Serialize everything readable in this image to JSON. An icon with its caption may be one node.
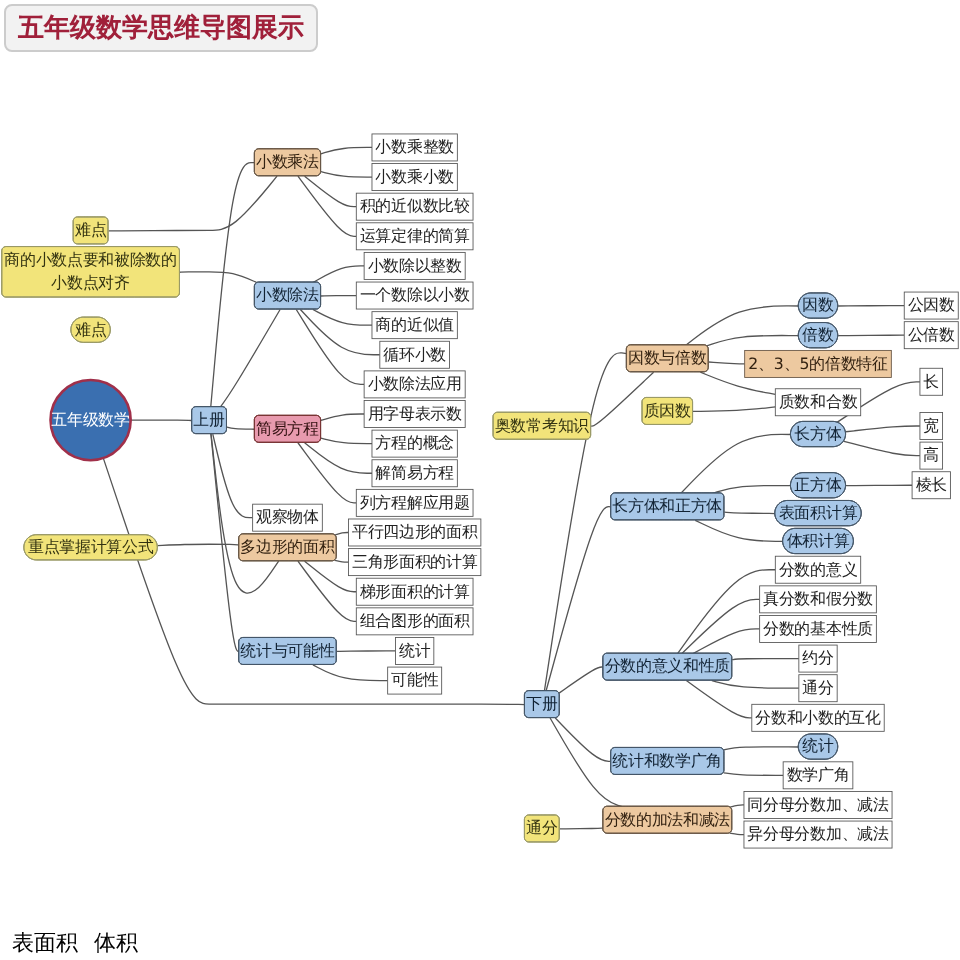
{
  "diagram": {
    "title": "五年级数学思维导图展示",
    "nodes": [
      {
        "text": [
          "五年级数学"
        ]
      },
      {
        "text": [
          "下册"
        ]
      },
      {
        "text": [
          "上册"
        ]
      },
      {
        "text": [
          "因数与倍数"
        ]
      },
      {
        "text": [
          "长方体和正方体"
        ]
      },
      {
        "text": [
          "分数的意义和性质"
        ]
      },
      {
        "text": [
          "统计和数学广角"
        ]
      },
      {
        "text": [
          "分数的加法和减法"
        ]
      },
      {
        "text": [
          "因数"
        ]
      },
      {
        "text": [
          "公因数"
        ]
      },
      {
        "text": [
          "倍数"
        ]
      },
      {
        "text": [
          "公倍数"
        ]
      },
      {
        "text": [
          "2、3、5的倍数特征"
        ]
      },
      {
        "text": [
          "质数和合数"
        ]
      },
      {
        "text": [
          "质因数"
        ]
      },
      {
        "text": [
          "奥数常考知识"
        ]
      },
      {
        "text": [
          "长方体"
        ]
      },
      {
        "text": [
          "长"
        ]
      },
      {
        "text": [
          "宽"
        ]
      },
      {
        "text": [
          "高"
        ]
      },
      {
        "text": [
          "正方体"
        ]
      },
      {
        "text": [
          "棱长"
        ]
      },
      {
        "text": [
          "表面积计算"
        ]
      },
      {
        "text": [
          "体积计算"
        ]
      },
      {
        "text": [
          "分数的意义"
        ]
      },
      {
        "text": [
          "真分数和假分数"
        ]
      },
      {
        "text": [
          "分数的基本性质"
        ]
      },
      {
        "text": [
          "约分"
        ]
      },
      {
        "text": [
          "通分"
        ]
      },
      {
        "text": [
          "分数和小数的互化"
        ]
      },
      {
        "text": [
          "统计"
        ]
      },
      {
        "text": [
          "数学广角"
        ]
      },
      {
        "text": [
          "同分母分数加、减法"
        ]
      },
      {
        "text": [
          "异分母分数加、减法"
        ]
      },
      {
        "text": [
          "通分"
        ]
      },
      {
        "text": [
          "小数乘法"
        ]
      },
      {
        "text": [
          "小数乘整数"
        ]
      },
      {
        "text": [
          "小数乘小数"
        ]
      },
      {
        "text": [
          "积的近似数比较"
        ]
      },
      {
        "text": [
          "运算定律的简算"
        ]
      },
      {
        "text": [
          "难点"
        ]
      },
      {
        "text": [
          "难点"
        ]
      },
      {
        "text": [
          "商的小数点要和被除数的小数点对齐"
        ]
      },
      {
        "text": [
          "小数除法"
        ]
      },
      {
        "text": [
          "小数除以整数"
        ]
      },
      {
        "text": [
          "一个数除以小数"
        ]
      },
      {
        "text": [
          "商的近似值"
        ]
      },
      {
        "text": [
          "循环小数"
        ]
      },
      {
        "text": [
          "小数除法应用"
        ]
      },
      {
        "text": [
          "简易方程"
        ]
      },
      {
        "text": [
          "用字母表示数"
        ]
      },
      {
        "text": [
          "方程的概念"
        ]
      },
      {
        "text": [
          "解简易方程"
        ]
      },
      {
        "text": [
          "列方程解应用题"
        ]
      },
      {
        "text": [
          "观察物体"
        ]
      },
      {
        "text": [
          "重点掌握计算公式"
        ]
      },
      {
        "text": [
          "多边形的面积"
        ]
      },
      {
        "text": [
          "平行四边形的面积"
        ]
      },
      {
        "text": [
          "三角形面积的计算"
        ]
      },
      {
        "text": [
          "梯形面积的计算"
        ]
      },
      {
        "text": [
          "组合图形的面积"
        ]
      },
      {
        "text": [
          "统计与可能性"
        ]
      },
      {
        "text": [
          "统计"
        ]
      },
      {
        "text": [
          "可能性"
        ]
      }
    ],
    "edges": [
      {
        "from": 0,
        "to": 1,
        "arrow": "none"
      },
      {
        "from": 0,
        "to": 2,
        "arrow": "none"
      },
      {
        "from": 1,
        "to": 3,
        "arrow": "none"
      },
      {
        "from": 1,
        "to": 4,
        "arrow": "none"
      },
      {
        "from": 1,
        "to": 5,
        "arrow": "none"
      },
      {
        "from": 1,
        "to": 6,
        "arrow": "none"
      },
      {
        "from": 1,
        "to": 7,
        "arrow": "none"
      },
      {
        "from": 3,
        "to": 8,
        "arrow": "none"
      },
      {
        "from": 8,
        "to": 9,
        "arrow": "none"
      },
      {
        "from": 3,
        "to": 10,
        "arrow": "none"
      },
      {
        "from": 10,
        "to": 11,
        "arrow": "none"
      },
      {
        "from": 3,
        "to": 12,
        "arrow": "none"
      },
      {
        "from": 3,
        "to": 13,
        "arrow": "none"
      },
      {
        "from": 14,
        "to": 13,
        "arrow": "none"
      },
      {
        "from": 15,
        "to": 3,
        "arrow": "none"
      },
      {
        "from": 4,
        "to": 16,
        "arrow": "none"
      },
      {
        "from": 16,
        "to": 17,
        "arrow": "none"
      },
      {
        "from": 16,
        "to": 18,
        "arrow": "none"
      },
      {
        "from": 16,
        "to": 19,
        "arrow": "none"
      },
      {
        "from": 4,
        "to": 20,
        "arrow": "none"
      },
      {
        "from": 20,
        "to": 21,
        "arrow": "none"
      },
      {
        "from": 4,
        "to": 22,
        "arrow": "none"
      },
      {
        "from": 4,
        "to": 23,
        "arrow": "none"
      },
      {
        "from": 5,
        "to": 24,
        "arrow": "none"
      },
      {
        "from": 5,
        "to": 25,
        "arrow": "none"
      },
      {
        "from": 5,
        "to": 26,
        "arrow": "none"
      },
      {
        "from": 5,
        "to": 27,
        "arrow": "none"
      },
      {
        "from": 5,
        "to": 28,
        "arrow": "none"
      },
      {
        "from": 5,
        "to": 29,
        "arrow": "none"
      },
      {
        "from": 6,
        "to": 30,
        "arrow": "none"
      },
      {
        "from": 6,
        "to": 31,
        "arrow": "none"
      },
      {
        "from": 7,
        "to": 32,
        "arrow": "none"
      },
      {
        "from": 7,
        "to": 33,
        "arrow": "none"
      },
      {
        "from": 34,
        "to": 7,
        "arrow": "none"
      },
      {
        "from": 2,
        "to": 35,
        "arrow": "none"
      },
      {
        "from": 35,
        "to": 36,
        "arrow": "none"
      },
      {
        "from": 35,
        "to": 37,
        "arrow": "none"
      },
      {
        "from": 35,
        "to": 38,
        "arrow": "none"
      },
      {
        "from": 35,
        "to": 39,
        "arrow": "none"
      },
      {
        "from": 40,
        "to": 35,
        "arrow": "none"
      },
      {
        "from": 42,
        "to": 43,
        "arrow": "none"
      },
      {
        "from": 2,
        "to": 43,
        "arrow": "none"
      },
      {
        "from": 43,
        "to": 44,
        "arrow": "none"
      },
      {
        "from": 43,
        "to": 45,
        "arrow": "none"
      },
      {
        "from": 43,
        "to": 46,
        "arrow": "none"
      },
      {
        "from": 43,
        "to": 47,
        "arrow": "none"
      },
      {
        "from": 43,
        "to": 48,
        "arrow": "none"
      },
      {
        "from": 2,
        "to": 49,
        "arrow": "none"
      },
      {
        "from": 49,
        "to": 50,
        "arrow": "none"
      },
      {
        "from": 49,
        "to": 51,
        "arrow": "none"
      },
      {
        "from": 49,
        "to": 52,
        "arrow": "none"
      },
      {
        "from": 49,
        "to": 53,
        "arrow": "none"
      },
      {
        "from": 2,
        "to": 54,
        "arrow": "none"
      },
      {
        "from": 55,
        "to": 56,
        "arrow": "none"
      },
      {
        "from": 2,
        "to": 56,
        "arrow": "none"
      },
      {
        "from": 56,
        "to": 57,
        "arrow": "none"
      },
      {
        "from": 56,
        "to": 58,
        "arrow": "none"
      },
      {
        "from": 56,
        "to": 59,
        "arrow": "none"
      },
      {
        "from": 56,
        "to": 60,
        "arrow": "none"
      },
      {
        "from": 2,
        "to": 61,
        "arrow": "none"
      },
      {
        "from": 61,
        "to": 62,
        "arrow": "none"
      },
      {
        "from": 61,
        "to": 63,
        "arrow": "none"
      }
    ],
    "labels": [
      "表面积",
      "体积"
    ]
  }
}
